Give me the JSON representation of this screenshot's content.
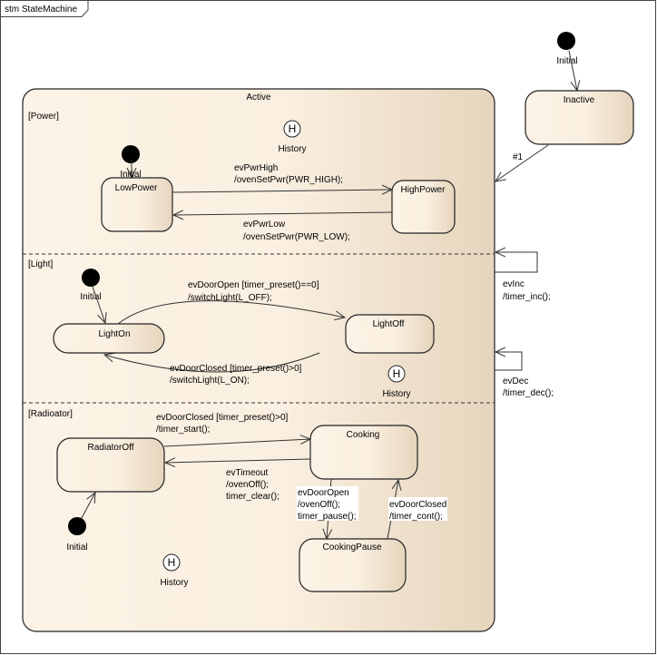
{
  "diagram": {
    "frame_title": "stm StateMachine",
    "colors": {
      "state_fill_light": "#fcf3e6",
      "state_fill_dark": "#e6d5bd",
      "line": "#333333"
    },
    "top_initial": {
      "label": "Initial"
    },
    "inactive": {
      "name": "Inactive"
    },
    "inactive_to_active": {
      "label": "#1"
    },
    "active": {
      "name": "Active",
      "self_transitions": [
        {
          "event": "evInc",
          "action": "/timer_inc();"
        },
        {
          "event": "evDec",
          "action": "/timer_dec();"
        }
      ],
      "regions": {
        "power": {
          "name": "[Power]",
          "history": {
            "symbol": "H",
            "label": "History"
          },
          "initial": {
            "label": "Initial"
          },
          "states": {
            "low": "LowPower",
            "high": "HighPower"
          },
          "transitions": {
            "to_high": {
              "event": "evPwrHigh",
              "action": "/ovenSetPwr(PWR_HIGH);"
            },
            "to_low": {
              "event": "evPwrLow",
              "action": "/ovenSetPwr(PWR_LOW);"
            }
          }
        },
        "light": {
          "name": "[Light]",
          "initial": {
            "label": "Initial"
          },
          "history": {
            "symbol": "H",
            "label": "History"
          },
          "states": {
            "on": "LightOn",
            "off": "LightOff"
          },
          "transitions": {
            "to_off": {
              "event": "evDoorOpen [timer_preset()==0]",
              "action": "/switchLight(L_OFF);"
            },
            "to_on": {
              "event": "evDoorClosed [timer_preset()>0]",
              "action": "/switchLight(L_ON);"
            }
          }
        },
        "radiator": {
          "name": "[Radioator]",
          "initial": {
            "label": "Initial"
          },
          "history": {
            "symbol": "H",
            "label": "History"
          },
          "states": {
            "off": "RadiatorOff",
            "cooking": "Cooking",
            "pause": "CookingPause"
          },
          "transitions": {
            "to_cooking": {
              "event": "evDoorClosed [timer_preset()>0]",
              "action": "/timer_start();"
            },
            "to_off": {
              "event": "evTimeout",
              "action": "/ovenOff();",
              "action2": "timer_clear();"
            },
            "to_pause": {
              "event": "evDoorOpen",
              "action": "/ovenOff();",
              "action2": "timer_pause();"
            },
            "to_cont": {
              "event": "evDoorClosed",
              "action": "/timer_cont();"
            }
          }
        }
      }
    }
  }
}
